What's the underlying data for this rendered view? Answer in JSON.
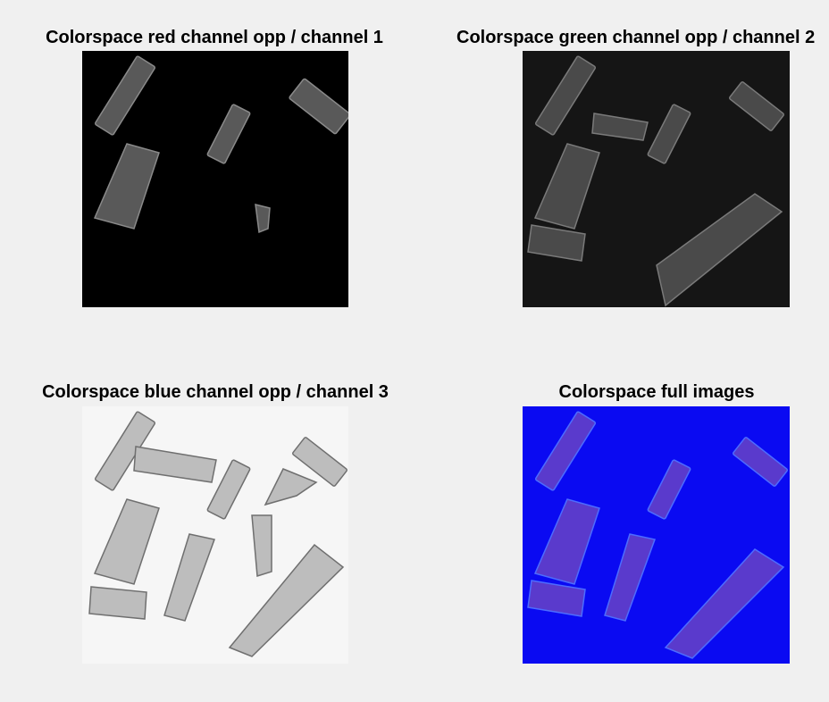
{
  "figure": {
    "panels": [
      {
        "title": "Colorspace red channel opp /  channel 1",
        "background": "#000000",
        "brick_fill": "#595959",
        "brick_edge": "#8a8a8a"
      },
      {
        "title": "Colorspace green channel opp /  channel 2",
        "background": "#151515",
        "brick_fill": "#4a4a4a",
        "brick_edge": "#7a7a7a"
      },
      {
        "title": "Colorspace blue channel opp /  channel 3",
        "background": "#f6f6f6",
        "brick_fill": "#bdbdbd",
        "brick_edge": "#6f6f6f"
      },
      {
        "title": "Colorspace full images",
        "background": "#0a0af2",
        "brick_fill": "#5a3acc",
        "brick_edge": "#4d6cff"
      }
    ]
  }
}
